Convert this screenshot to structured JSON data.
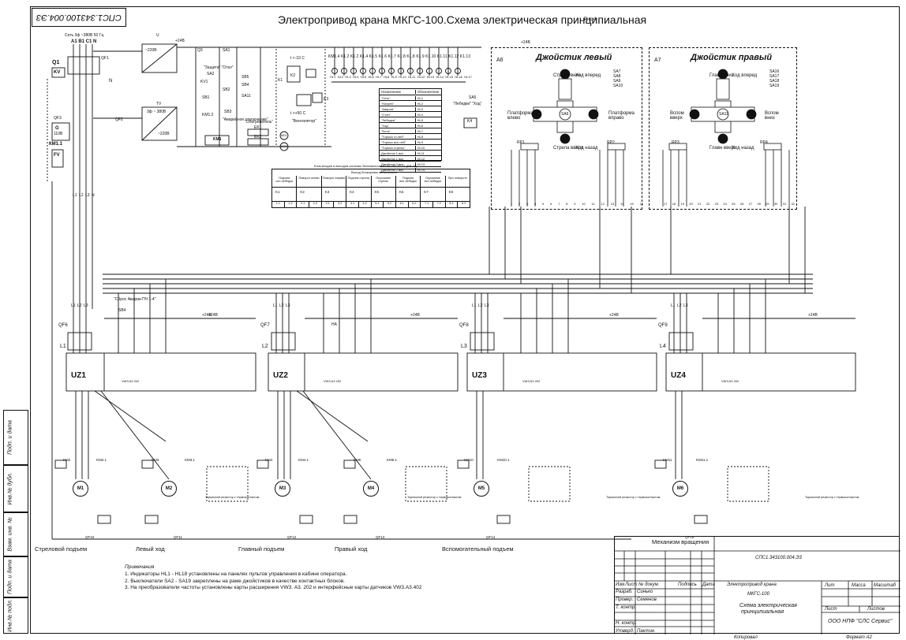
{
  "document": {
    "title": "Электропривод крана МКГС-100.Схема электрическая принципиальная",
    "figure": "Рис.4",
    "stamp_top": "СПС1.343100.004.Э3",
    "copied": "Копировал",
    "format": "Формат A2"
  },
  "side_strip": [
    "Подп. и дата",
    "Инв.№ дубл.",
    "Взам. инв. №",
    "Подп. и дата",
    "Инв.№ подл."
  ],
  "supply": {
    "network": "Сеть 3ф ~380В 50 Гц",
    "phases": "A1 B1 C1 N",
    "q1": "Q1",
    "kv": "KV",
    "g": "G",
    "g_v": "110В",
    "km1": "КМ1.1",
    "fv": "FV",
    "l_labels": [
      "L1",
      "L2",
      "L3",
      "N"
    ],
    "qf1": "QF1",
    "qf2": "QF2",
    "qf3": "QF3",
    "n": "N"
  },
  "top_block": {
    "u_label": "U",
    "u_out": "~220В",
    "u_out2": "+24В",
    "tv": "TV",
    "tv_in": "3ф ~ 380В",
    "tv_out": "~220В",
    "g3": "Q3",
    "sa1": "SA1",
    "sa2": "SA2",
    "sb1": "SB1",
    "sb2": "SB2",
    "sb3": "SB3",
    "km1_2": "KM1.2",
    "km1": "KM1",
    "ek1": "EK1",
    "ek2": "EK2",
    "defense": "\"Защита\" \"Откл\"",
    "emergency": "\"Аварийное отключение\"",
    "heater": "\"Обогреватель\"",
    "fan": "\"Вентилятор\"",
    "kv1": "KV1",
    "sb4": "SB4",
    "sb5": "SB5",
    "sa11": "SA11",
    "k1": "K1",
    "k2": "K2",
    "k3": "K3",
    "k4": "K4",
    "temp1": "t <-10 C",
    "temp2": "t >+50 C",
    "m01": "М01",
    "m02": "М02",
    "sa5": "SA5",
    "lebedki": "\"Лебедки\"",
    "hod": "\"Ход\"",
    "plus24": "+24В"
  },
  "indicator_row": {
    "labels": [
      "KM1.4",
      "K1.2",
      "K1.2",
      "K1.4",
      "K1.5",
      "K1.6",
      "K1.7",
      "K1.8",
      "K1.8",
      "K1.9",
      "K1.10",
      "K1.11",
      "K1.12",
      "K1.13"
    ],
    "hl": [
      "HL1",
      "HL2",
      "HL3",
      "HL4",
      "HL5",
      "HL6",
      "HL7",
      "HL8",
      "HL9",
      "HL10",
      "HL11",
      "HL12",
      "HL13",
      "HL14",
      "HL15",
      "HL16",
      "HL17"
    ]
  },
  "legend_table": {
    "headers": [
      "Назначение",
      "Обозначение"
    ],
    "rows": [
      [
        "\"Сеть\"",
        "HL1"
      ],
      [
        "\"Нагрев\"",
        "HL2"
      ],
      [
        "\"Авария\"",
        "HL3"
      ],
      [
        "\"Стоп\"",
        "HL4"
      ],
      [
        "\"Лебедка\"",
        "HL5"
      ],
      [
        "\"Ход\"",
        "HL6"
      ],
      [
        "\"Блок\"",
        "HL7"
      ],
      [
        "\"Тормоз гл.леб\"",
        "HL8"
      ],
      [
        "\"Тормоз всп.леб\"",
        "HL9"
      ],
      [
        "\"Тормоз стрелы\"",
        "HL10"
      ],
      [
        "Джойстик 1 вкл",
        "HL11"
      ],
      [
        "Джойстик 1 вкл",
        "HL12"
      ],
      [
        "Джойстик 2 вкл",
        "HL13"
      ],
      [
        "Джойстик 2 вкл",
        "HL14"
      ]
    ]
  },
  "blocking_table": {
    "title": "Блок входов и выходов системы безопасности СГМ-240-30-14 (ВВ-08)",
    "subtitle": "Выход блокировки механизмов",
    "columns": [
      "Подъем осн.лебедки",
      "Поворот влево",
      "Поворот вправо",
      "Подъем стрелы",
      "Опускание стрелы",
      "Подъем всп.лебедки",
      "Опускание всп.лебедки",
      "При повороте"
    ],
    "relays": [
      "K1",
      "K2",
      "K3",
      "K4",
      "K5",
      "K6",
      "K7",
      "K8"
    ],
    "pins": [
      "1.1",
      "1.2",
      "2.1",
      "2.2",
      "3.1",
      "3.2",
      "4.1",
      "4.2",
      "5.1",
      "5.2",
      "6.1",
      "6.2",
      "7.1",
      "7.2",
      "8.1",
      "8.2"
    ]
  },
  "joysticks": [
    {
      "panel": "A6",
      "title": "Джойстик левый",
      "up": "Стрела вниз",
      "up_right": "Ход вперед",
      "left": "Платформа влево",
      "right": "Платформа вправо",
      "down": "Стрела вверх",
      "down_right": "Ход назад",
      "center": "SA6",
      "contacts": [
        "SA7",
        "SA8",
        "SA9",
        "SA10"
      ],
      "rp": [
        "RP1",
        "RP2"
      ],
      "pins": [
        "1",
        "2",
        "3",
        "4",
        "5",
        "6",
        "7",
        "8",
        "9",
        "10",
        "11",
        "12",
        "13",
        "14",
        "15",
        "16"
      ]
    },
    {
      "panel": "A7",
      "title": "Джойстик правый",
      "up": "Главн вниз",
      "up_right": "Ход вперед",
      "left": "Вспом вверх",
      "right": "Вспом вниз",
      "down": "Главн вверх",
      "down_right": "Ход назад",
      "center": "SA11",
      "contacts": [
        "SA16",
        "SA17",
        "SA18",
        "SA19"
      ],
      "rp": [
        "RP3",
        "RP4"
      ],
      "pins": [
        "17",
        "18",
        "19",
        "20",
        "21",
        "22",
        "23",
        "24",
        "25",
        "26",
        "27",
        "28",
        "29",
        "30",
        "31",
        "32"
      ]
    }
  ],
  "reset": {
    "label": "\"Сброс Аварии ПЧ 1-4\"",
    "sb": "SB4"
  },
  "drives": [
    {
      "uz": "UZ1",
      "qf": "QF6",
      "l": "L1",
      "card": "VW3 A3 202",
      "motors": [
        "M1",
        "M2"
      ],
      "km": [
        "KM2",
        "KM3"
      ],
      "br": [
        "KM2.1",
        "KM3.1"
      ],
      "mechanism": [
        "Стреловой подъем",
        "Левый ход"
      ],
      "qfb": [
        "QF10",
        "QF11"
      ],
      "tormoz": "Тормозной резистор с термоконтактом"
    },
    {
      "uz": "UZ2",
      "qf": "QF7",
      "l": "L2",
      "card": "VW3 A3 202",
      "motors": [
        "M3",
        "M4"
      ],
      "km": [
        "KM4",
        "KM5"
      ],
      "br": [
        "KM4.1",
        "KM5.1"
      ],
      "mechanism": [
        "Главный подъем",
        "Правый ход"
      ],
      "qfb": [
        "QF12",
        "QF13"
      ],
      "tormoz": "Тормозной резистор с термоконтактом"
    },
    {
      "uz": "UZ3",
      "qf": "QF8",
      "l": "L3",
      "card": "VW3 A3 202",
      "motors": [
        "M5"
      ],
      "km": [
        "KM10"
      ],
      "br": [
        "KM10.1"
      ],
      "mechanism": [
        "Вспомогательный подъем"
      ],
      "qfb": [
        "QF14"
      ],
      "tormoz": "Тормозной резистор с термоконтактом"
    },
    {
      "uz": "UZ4",
      "qf": "QF9",
      "l": "L4",
      "card": "VW3 A3 202",
      "motors": [
        "M6"
      ],
      "km": [
        "KM11"
      ],
      "br": [
        "KM11.1"
      ],
      "mechanism": [
        "Механизм вращения"
      ],
      "qfb": [
        "QF15"
      ],
      "tormoz": "Тормозной резистор с термоконтактом"
    }
  ],
  "bus_labels": {
    "plus24": "+24В",
    "ha": "НА",
    "l": [
      "L1",
      "L2",
      "L3",
      "N"
    ]
  },
  "notes": {
    "heading": "Примечания",
    "items": [
      "1. Индикаторы HL1 - HL18 установлены на панелях пультов управления в кабине оператора.",
      "2. Выключатели SA2 - SA19 закреплены на раме джойстиков в качестве контактных блоков.",
      "3. На преобразователи частоты установлены карты расширения VW3. А3. 202 и интерфейсные карты датчиков VW3.А3.402"
    ]
  },
  "title_block": {
    "doc_no": "СПС1.343100.004.Э3",
    "name1": "Электропривод крана",
    "name2": "МКГС-100",
    "name3": "Схема электрическая",
    "name4": "принципиальная",
    "org": "ООО НПФ \"СЛС Сервис\"",
    "cols": [
      "Изм",
      "Лист",
      "№ докум.",
      "Подпись",
      "Дата"
    ],
    "roles": [
      {
        "role": "Разраб.",
        "name": "Синько"
      },
      {
        "role": "Провер.",
        "name": "Семенов"
      },
      {
        "role": "Т. контр.",
        "name": ""
      },
      {
        "role": "",
        "name": ""
      },
      {
        "role": "Н. контр.",
        "name": ""
      },
      {
        "role": "Утверд.",
        "name": "Пактин"
      }
    ],
    "lit": "Лит",
    "mass": "Масса",
    "scale": "Масштаб",
    "sheet": "Лист",
    "sheets": "Листов"
  }
}
